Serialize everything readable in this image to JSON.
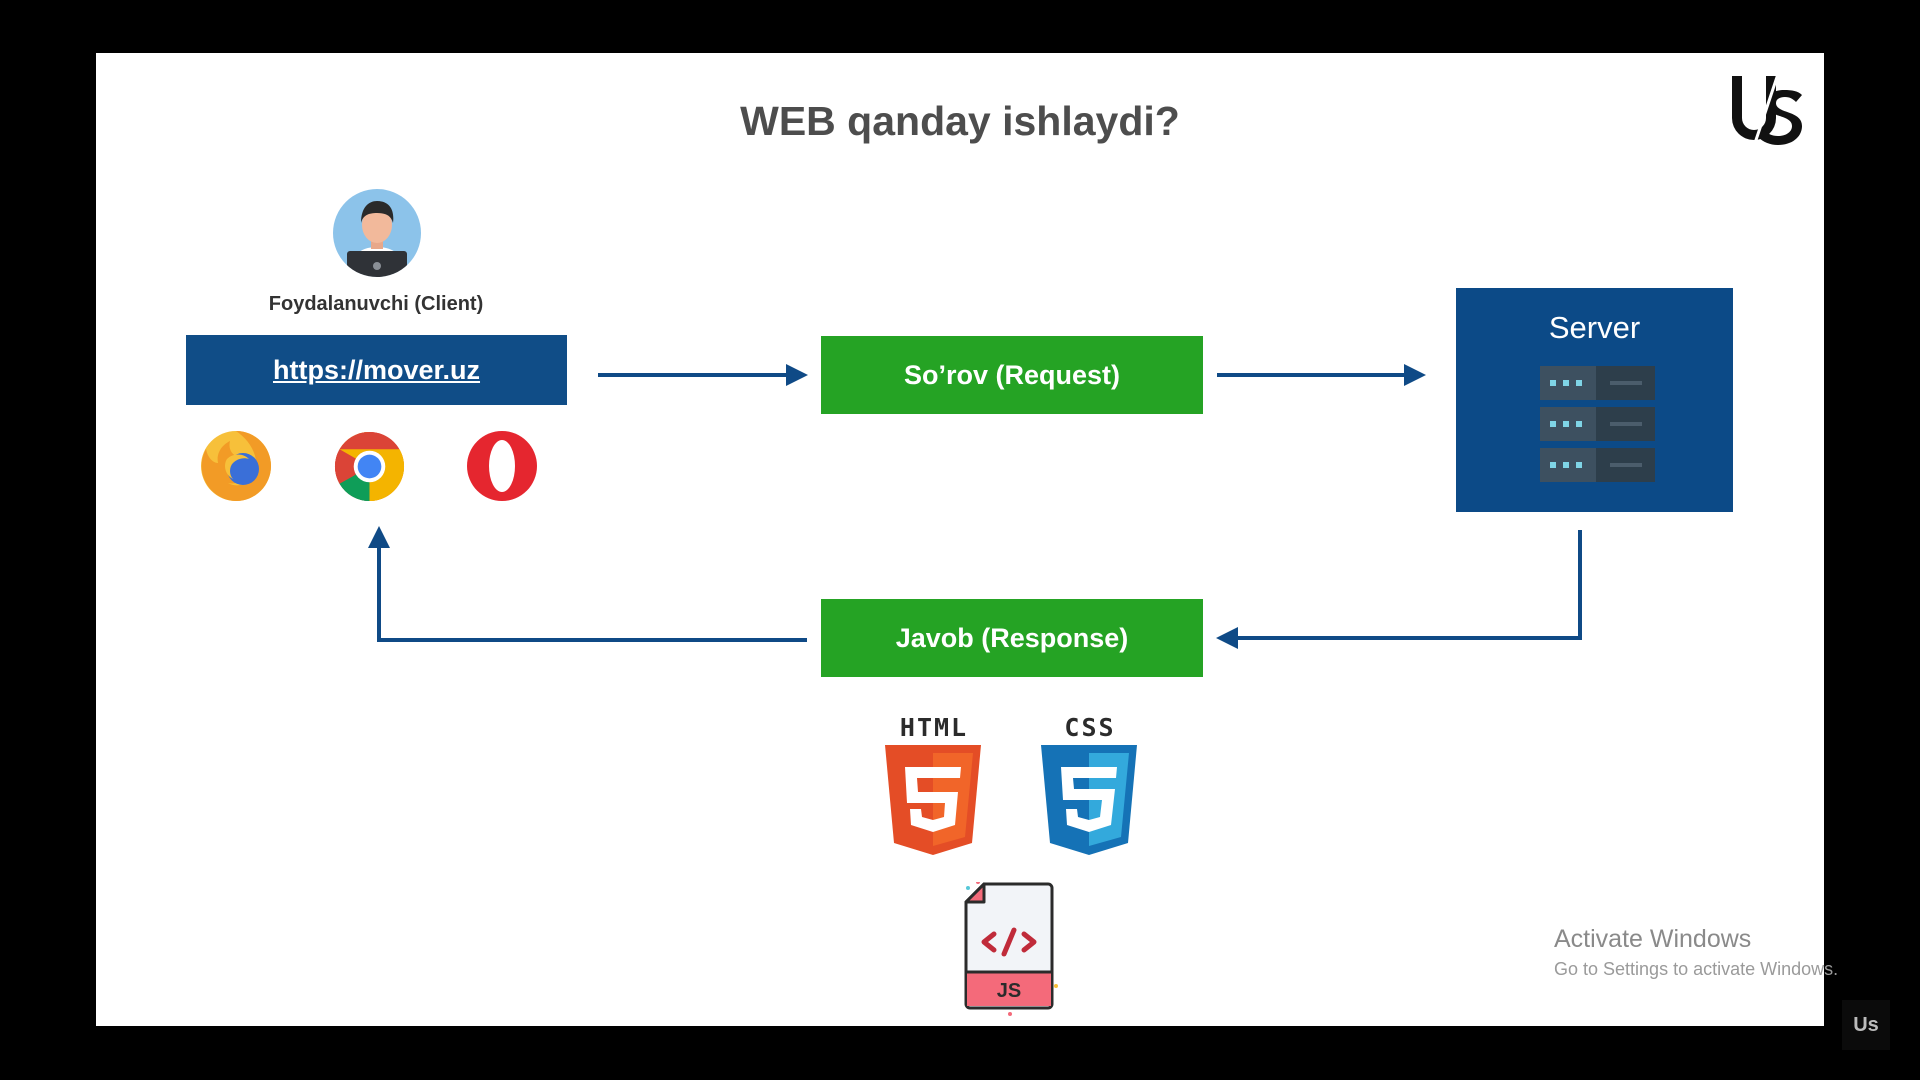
{
  "slide": {
    "title": "WEB qanday ishlaydi?",
    "client_label": "Foydalanuvchi (Client)",
    "url": "https://mover.uz",
    "request_label": "So’rov (Request)",
    "response_label": "Javob (Response)",
    "server_label": "Server",
    "html_label": "HTML",
    "css_label": "CSS",
    "js_label": "JS",
    "logo_icon": "us-logo-icon",
    "browsers": [
      "firefox-icon",
      "chrome-icon",
      "opera-icon"
    ],
    "colors": {
      "url_bar": "#104d87",
      "green": "#25a324",
      "server": "#0c4a87",
      "arrow": "#0f4a86",
      "html": "#e8561f",
      "css": "#2a8fe6"
    }
  },
  "watermark": {
    "line1": "Activate Windows",
    "line2": "Go to Settings to activate Windows."
  },
  "corner": {
    "label": "Us"
  }
}
